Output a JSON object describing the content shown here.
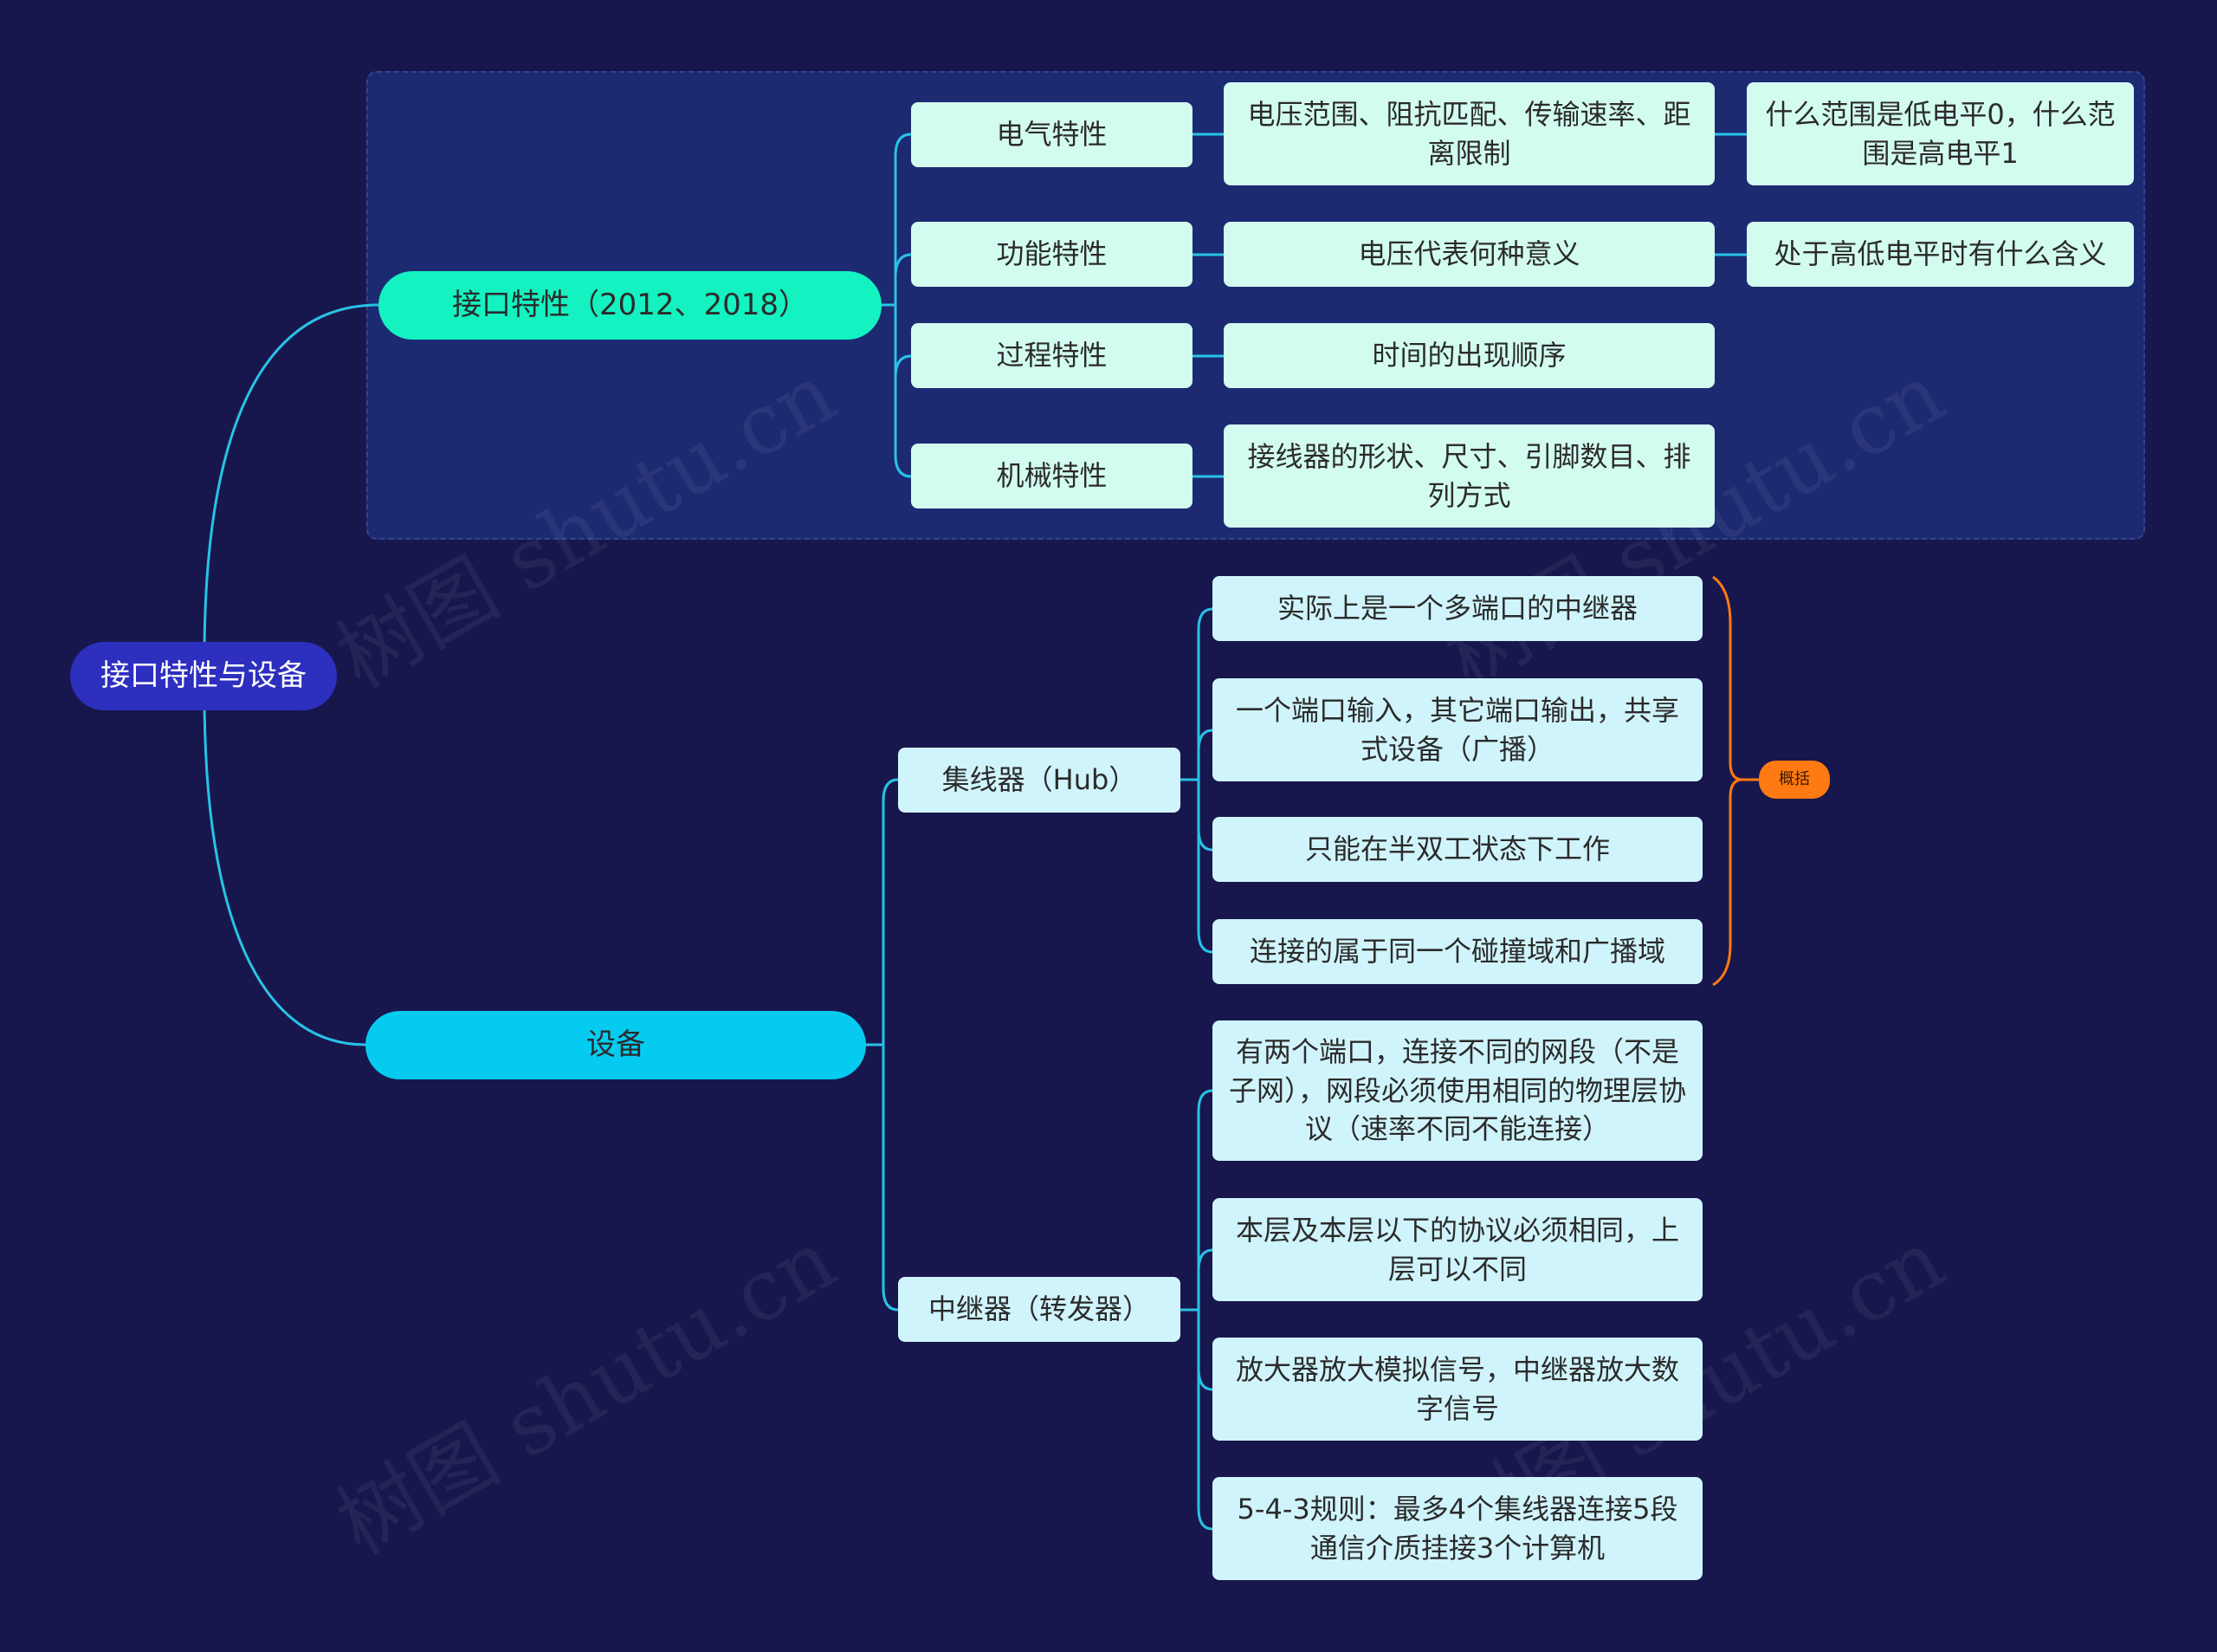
{
  "colors": {
    "background": "#18174d",
    "group_box": "#1c2a72",
    "root": "#2d2fbf",
    "branch_interface": "#13f2c0",
    "branch_devices": "#05cbf0",
    "connector": "#27c3e6",
    "summary": "#ff7a12"
  },
  "root": {
    "label": "接口特性与设备"
  },
  "interface": {
    "label": "接口特性（2012、2018）",
    "items": [
      {
        "label": "电气特性",
        "detail": "电压范围、阻抗匹配、传输速率、距离限制",
        "note": "什么范围是低电平0，什么范围是高电平1"
      },
      {
        "label": "功能特性",
        "detail": "电压代表何种意义",
        "note": "处于高低电平时有什么含义"
      },
      {
        "label": "过程特性",
        "detail": "时间的出现顺序"
      },
      {
        "label": "机械特性",
        "detail": "接线器的形状、尺寸、引脚数目、排列方式"
      }
    ]
  },
  "devices": {
    "label": "设备",
    "hub": {
      "label": "集线器（Hub）",
      "items": [
        "实际上是一个多端口的中继器",
        "一个端口输入，其它端口输出，共享式设备（广播）",
        "只能在半双工状态下工作",
        "连接的属于同一个碰撞域和广播域"
      ],
      "summary": "概括"
    },
    "repeater": {
      "label": "中继器（转发器）",
      "items": [
        "有两个端口，连接不同的网段（不是子网），网段必须使用相同的物理层协议（速率不同不能连接）",
        "本层及本层以下的协议必须相同，上层可以不同",
        "放大器放大模拟信号，中继器放大数字信号",
        "5-4-3规则：最多4个集线器连接5段通信介质挂接3个计算机"
      ]
    }
  },
  "watermark": "树图 shutu.cn"
}
